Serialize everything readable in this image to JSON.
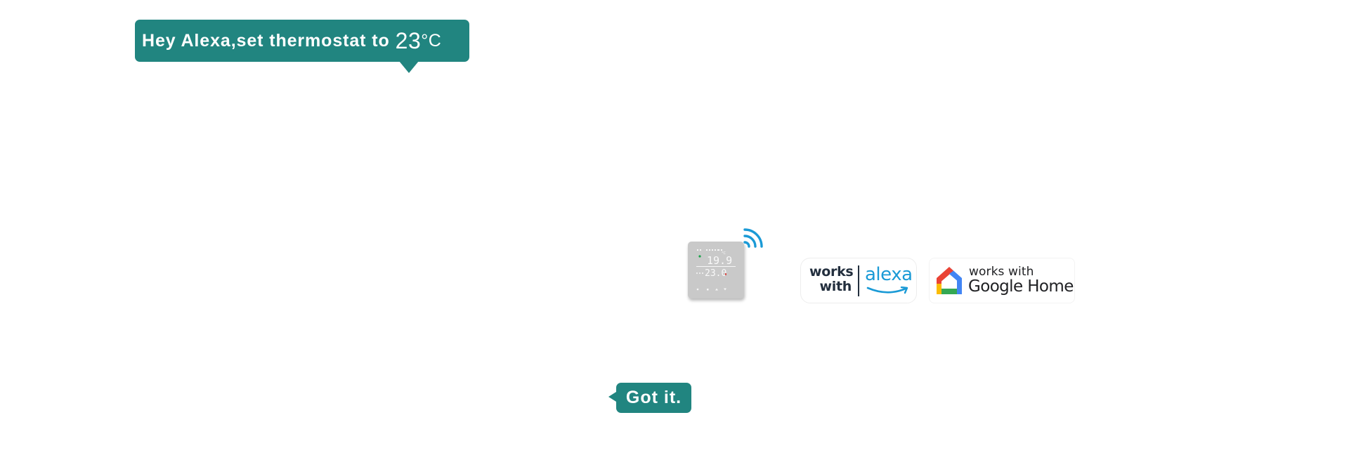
{
  "command_bubble": {
    "text": "Hey Alexa,set thermostat to",
    "temperature": "23",
    "unit": "°C"
  },
  "reply_bubble": {
    "text": "Got it."
  },
  "thermostat": {
    "current_temperature": "19.9",
    "set_temperature": "23.0",
    "icon": "thermostat-device-icon"
  },
  "wifi": {
    "icon": "wifi-signal-icon"
  },
  "badges": {
    "alexa": {
      "works_line1": "works",
      "works_line2": "with",
      "brand": "alexa"
    },
    "google": {
      "works": "works with",
      "brand": "Google Home"
    }
  },
  "colors": {
    "bubble": "#218580",
    "wifi": "#1a9ad6",
    "alexa_blue": "#1a9ad6",
    "alexa_text": "#232f3e",
    "device_body": "#c9c9c9"
  }
}
